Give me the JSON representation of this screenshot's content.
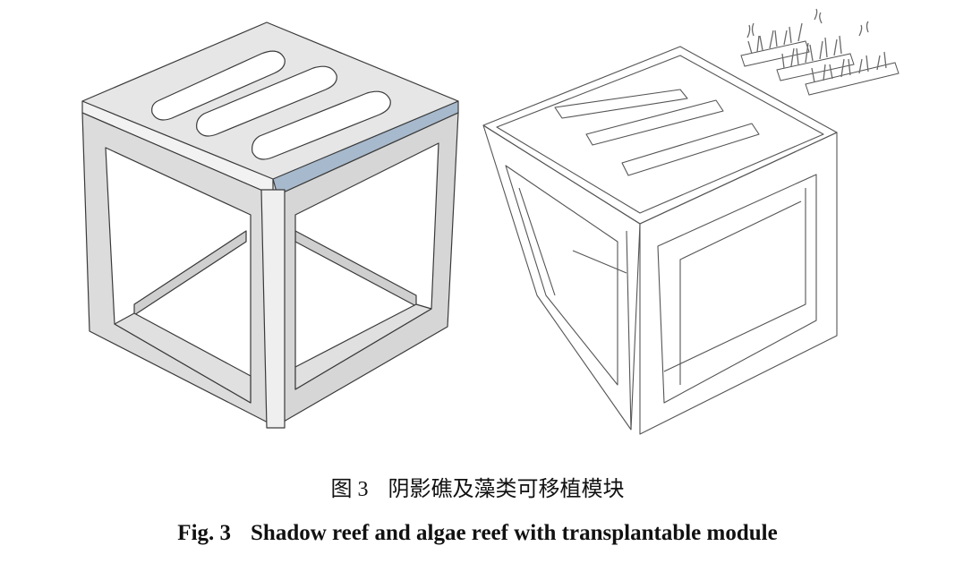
{
  "figure": {
    "label_cn": "图 3",
    "caption_cn": "阴影礁及藻类可移植模块",
    "label_en": "Fig. 3",
    "caption_en": "Shadow reef and algae reef with transplantable module"
  },
  "colors": {
    "cube_face": "#dcdcdc",
    "cube_top": "#e6e6e6",
    "cube_edge_highlight": "#a7b9cc",
    "outline": "#3a3a3a",
    "line_drawing": "#555555"
  }
}
